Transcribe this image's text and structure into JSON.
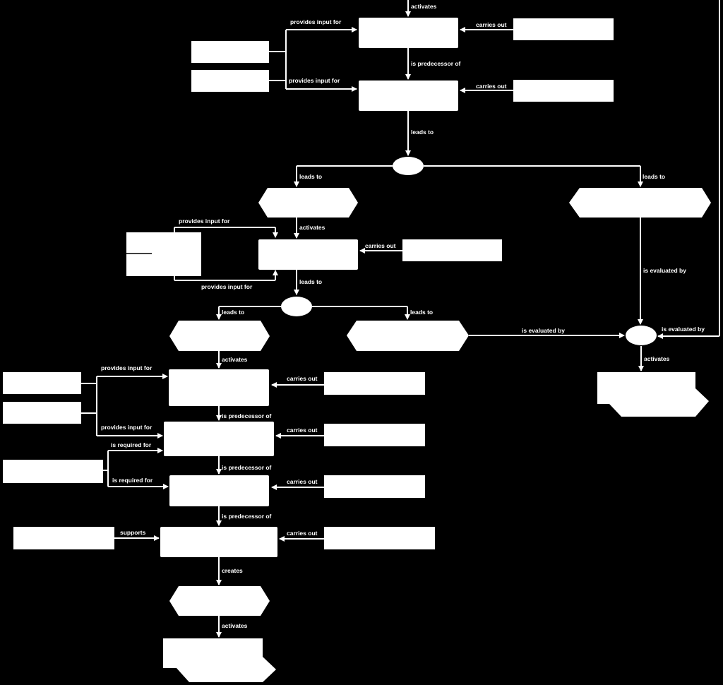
{
  "diagram": {
    "type": "process-flowchart",
    "edge_labels": {
      "activates": "activates",
      "provides_input_for": "provides input for",
      "carries_out": "carries out",
      "is_predecessor_of": "is predecessor of",
      "leads_to": "leads to",
      "is_evaluated_by": "is evaluated by",
      "is_required_for": "is required for",
      "supports": "supports",
      "creates": "creates"
    },
    "colors": {
      "background": "#000000",
      "node": "#ffffff",
      "edge": "#ffffff"
    }
  }
}
